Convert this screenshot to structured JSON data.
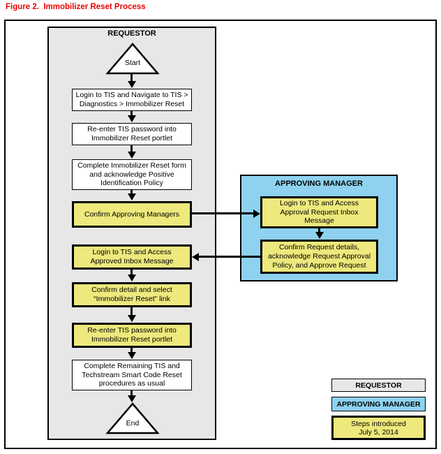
{
  "title": "Figure 2.  Immobilizer Reset Process",
  "requestor": {
    "header": "REQUESTOR",
    "start": "Start",
    "end": "End",
    "steps": [
      {
        "text": "Login to TIS and Navigate to TIS > Diagnostics > Immobilizer Reset",
        "introduced": false
      },
      {
        "text": "Re-enter TIS password into Immobilizer Reset portlet",
        "introduced": false
      },
      {
        "text": "Complete Immobilizer Reset form and acknowledge Positive Identification Policy",
        "introduced": false
      },
      {
        "text": "Confirm Approving Managers",
        "introduced": true
      },
      {
        "text": "Login to TIS and Access Approved Inbox Message",
        "introduced": true
      },
      {
        "text": "Confirm detail and select “Immobilizer Reset” link",
        "introduced": true
      },
      {
        "text": "Re-enter TIS password into Immobilizer Reset portlet",
        "introduced": true
      },
      {
        "text": "Complete Remaining TIS and Techstream Smart Code Reset procedures as usual",
        "introduced": false
      }
    ]
  },
  "manager": {
    "header": "APPROVING MANAGER",
    "steps": [
      {
        "text": "Login to TIS and Access Approval Request Inbox Message",
        "introduced": true
      },
      {
        "text": "Confirm Request details, acknowledge Request Approval Policy, and Approve Request",
        "introduced": true
      }
    ]
  },
  "legend": {
    "requestor_label": "REQUESTOR",
    "manager_label": "APPROVING MANAGER",
    "steps_line1": "Steps introduced",
    "steps_line2": "July 5, 2014"
  },
  "colors": {
    "introduced_step": "#EDE97C",
    "manager_lane": "#8ED2F0",
    "requestor_lane": "#E7E7E7",
    "title_red": "#EE0000"
  }
}
